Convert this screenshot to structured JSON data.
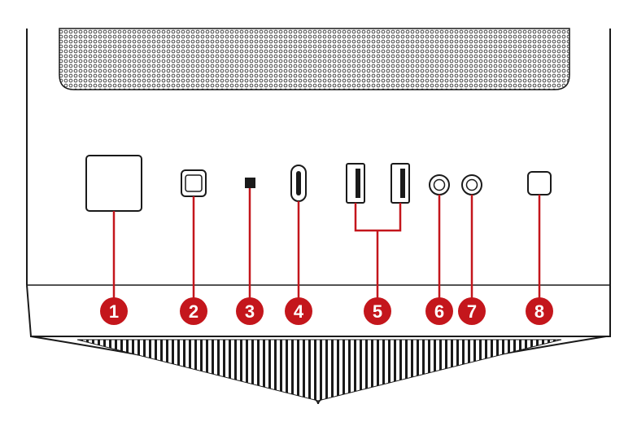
{
  "colors": {
    "accent": "#c4161c",
    "outline": "#1a1a1a",
    "body": "#ffffff",
    "mesh_fill": "#ffffff"
  },
  "callouts": [
    {
      "label": "1",
      "part": "power-button"
    },
    {
      "label": "2",
      "part": "reset-button"
    },
    {
      "label": "3",
      "part": "indicator-led"
    },
    {
      "label": "4",
      "part": "usb-c-port"
    },
    {
      "label": "5",
      "part": "usb-a-ports"
    },
    {
      "label": "6",
      "part": "audio-jack-1"
    },
    {
      "label": "7",
      "part": "audio-jack-2"
    },
    {
      "label": "8",
      "part": "small-button"
    }
  ]
}
